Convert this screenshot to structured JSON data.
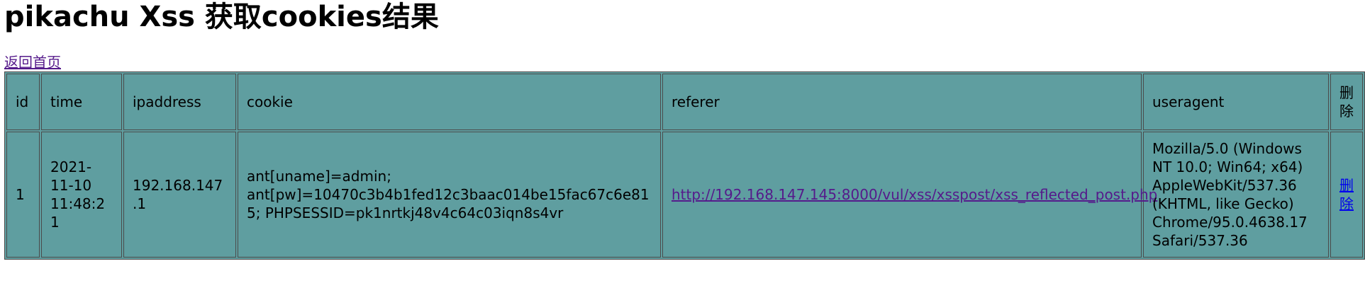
{
  "page": {
    "title": "pikachu Xss 获取cookies结果",
    "home_link": "返回首页"
  },
  "table": {
    "headers": {
      "id": "id",
      "time": "time",
      "ipaddress": "ipaddress",
      "cookie": "cookie",
      "referer": "referer",
      "useragent": "useragent",
      "delete": "删除"
    },
    "rows": [
      {
        "id": "1",
        "time": "2021-11-10 11:48:21",
        "ipaddress": "192.168.147.1",
        "cookie": "ant[uname]=admin; ant[pw]=10470c3b4b1fed12c3baac014be15fac67c6e815; PHPSESSID=pk1nrtkj48v4c64c03iqn8s4vr",
        "referer": "http://192.168.147.145:8000/vul/xss/xsspost/xss_reflected_post.php",
        "useragent": "Mozilla/5.0 (Windows NT 10.0; Win64; x64) AppleWebKit/537.36 (KHTML, like Gecko) Chrome/95.0.4638.17 Safari/537.36",
        "delete": "删除"
      }
    ]
  }
}
